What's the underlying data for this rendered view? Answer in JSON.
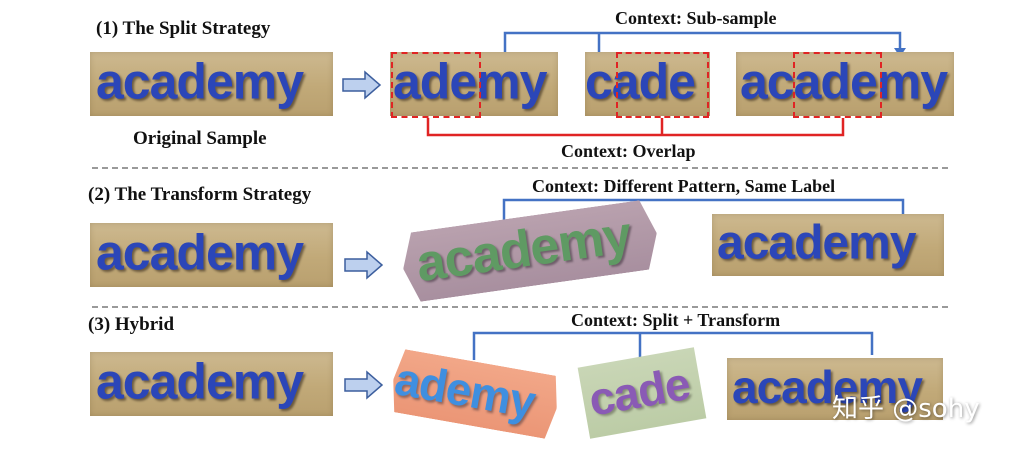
{
  "sections": {
    "split": {
      "title": "(1) The Split Strategy",
      "caption": "Original Sample",
      "context_top": "Context: Sub-sample",
      "context_bottom": "Context: Overlap"
    },
    "transform": {
      "title": "(2) The Transform Strategy",
      "context": "Context: Different Pattern, Same Label"
    },
    "hybrid": {
      "title": "(3) Hybrid",
      "context": "Context: Split + Transform"
    }
  },
  "samples": {
    "original": "academy",
    "split_parts": [
      "ademy",
      "cade",
      "academy"
    ],
    "transformed": "academy",
    "hybrid_parts": [
      "ademy",
      "cade",
      "academy"
    ]
  },
  "colors": {
    "connector_blue": "#4472c4",
    "overlap_red": "#e02424",
    "text_blue": "#2b46b8",
    "arrow_fill": "#bdd0ee",
    "arrow_stroke": "#3d5f9e"
  },
  "watermark": "知乎 @sohy"
}
